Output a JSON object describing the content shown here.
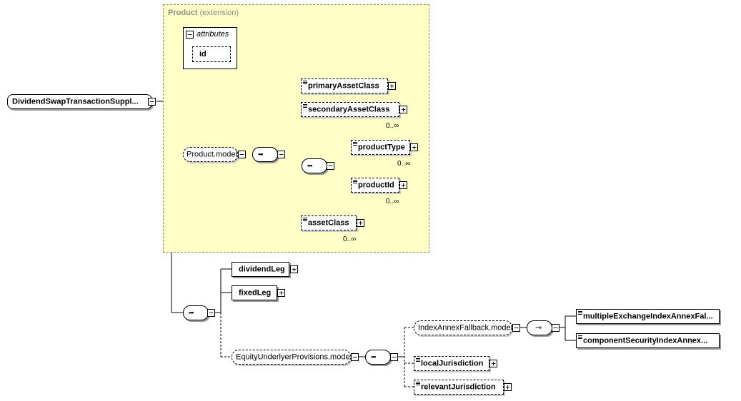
{
  "diagram": {
    "root": {
      "label": "DividendSwapTransactionSuppl...",
      "toggle": "−"
    },
    "extension": {
      "name": "Product",
      "suffix": "(extension)"
    },
    "attributes": {
      "label": "attributes",
      "toggle": "−",
      "items": [
        "id"
      ]
    },
    "product_model": {
      "label": "Product.model",
      "toggle": "−"
    },
    "elements": {
      "primaryAssetClass": {
        "label": "primaryAssetClass",
        "toggle": "+"
      },
      "secondaryAssetClass": {
        "label": "secondaryAssetClass",
        "toggle": "+",
        "occurs": "0..∞"
      },
      "productType": {
        "label": "productType",
        "toggle": "+",
        "occurs": "0..∞"
      },
      "productId": {
        "label": "productId",
        "toggle": "+",
        "occurs": "0..∞"
      },
      "assetClass": {
        "label": "assetClass",
        "toggle": "+",
        "occurs": "0..∞"
      },
      "dividendLeg": {
        "label": "dividendLeg",
        "toggle": "+"
      },
      "fixedLeg": {
        "label": "fixedLeg",
        "toggle": "+"
      },
      "localJurisdiction": {
        "label": "localJurisdiction",
        "toggle": "+"
      },
      "relevantJurisdiction": {
        "label": "relevantJurisdiction",
        "toggle": "+"
      },
      "multipleExchangeIndexAnnexFal": {
        "label": "multipleExchangeIndexAnnexFal..."
      },
      "componentSecurityIndexAnnex": {
        "label": "componentSecurityIndexAnnex..."
      }
    },
    "equity_model": {
      "label": "EquityUnderlyerProvisions.model",
      "toggle": "−"
    },
    "index_model": {
      "label": "IndexAnnexFallback.model",
      "toggle": "−"
    },
    "sequence_glyph": "•••",
    "choice_glyph": "⊸"
  }
}
